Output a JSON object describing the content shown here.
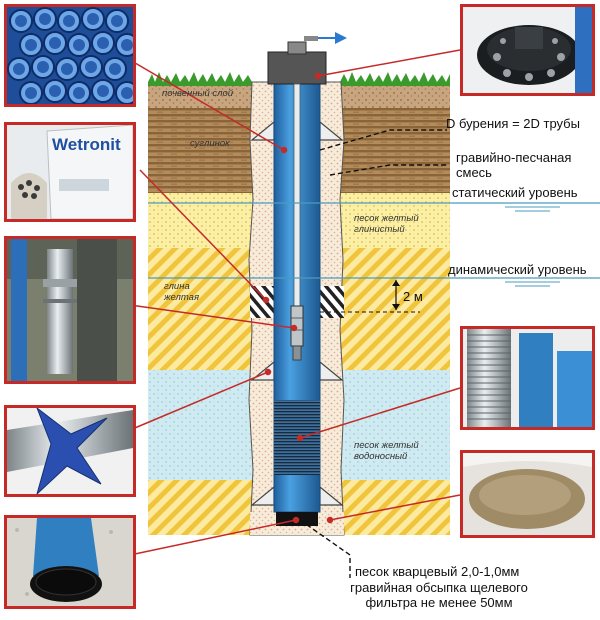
{
  "labels": {
    "drill_diameter": "D бурения = 2D трубы",
    "gravel_mix": "гравийно-песчаная смесь",
    "static_level": "статический уровень",
    "dynamic_level": "динамический уровень",
    "depth_2m": "2 м",
    "quartz_sand": "песок кварцевый 2,0-1,0мм",
    "gravel_pack": "гравийная обсыпка щелевого фильтра не менее 50мм"
  },
  "soil_layers": {
    "topsoil": "почвенный слой",
    "loam": "суглинок",
    "clay_sand": "песок желтый глинистый",
    "yellow_clay": "глина желтая",
    "aquifer_sand": "песок желтый водоносный"
  },
  "photos": {
    "bag_brand": "Wetronit"
  },
  "colors": {
    "frame_red": "#c62a27",
    "pipe_blue": "#2f7fc1",
    "water_line": "#4a9cc0",
    "loam_brown": "#a07a4a",
    "clay_yellow": "#f0c53c",
    "sand_yellow": "#fbee9a",
    "aquifer_blue": "#c3e5ec"
  }
}
